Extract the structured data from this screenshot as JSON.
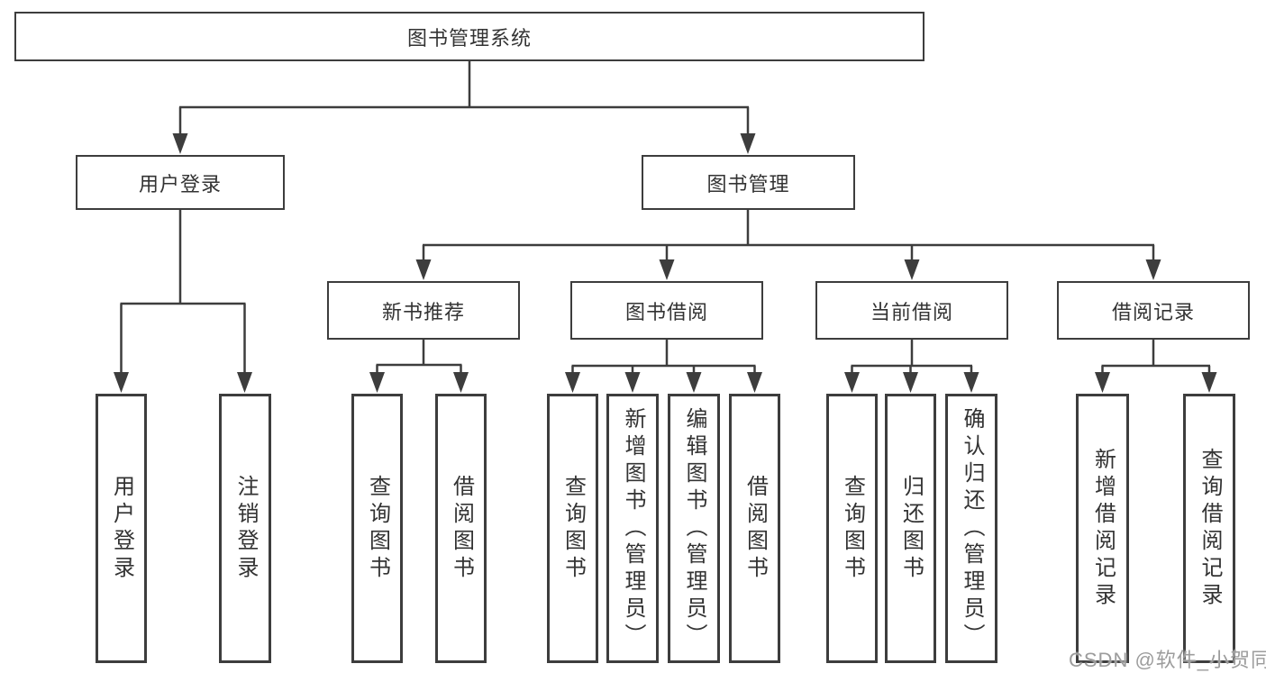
{
  "colors": {
    "line": "#3d3d3d",
    "text": "#333333",
    "box_background": "#ffffff",
    "watermark": "#9c9c9c"
  },
  "watermark": {
    "text": "CSDN @软件_小贺同学"
  },
  "tree": {
    "root": {
      "label": "图书管理系统"
    },
    "branches": [
      {
        "label": "用户登录",
        "children": [
          {
            "label": "用户登录"
          },
          {
            "label": "注销登录"
          }
        ]
      },
      {
        "label": "图书管理",
        "children": [
          {
            "label": "新书推荐",
            "children": [
              {
                "label": "查询图书"
              },
              {
                "label": "借阅图书"
              }
            ]
          },
          {
            "label": "图书借阅",
            "children": [
              {
                "label": "查询图书"
              },
              {
                "label": "新增图书（管理员）"
              },
              {
                "label": "编辑图书（管理员）"
              },
              {
                "label": "借阅图书"
              }
            ]
          },
          {
            "label": "当前借阅",
            "children": [
              {
                "label": "查询图书"
              },
              {
                "label": "归还图书"
              },
              {
                "label": "确认归还（管理员）"
              }
            ]
          },
          {
            "label": "借阅记录",
            "children": [
              {
                "label": "新增借阅记录"
              },
              {
                "label": "查询借阅记录"
              }
            ]
          }
        ]
      }
    ]
  }
}
